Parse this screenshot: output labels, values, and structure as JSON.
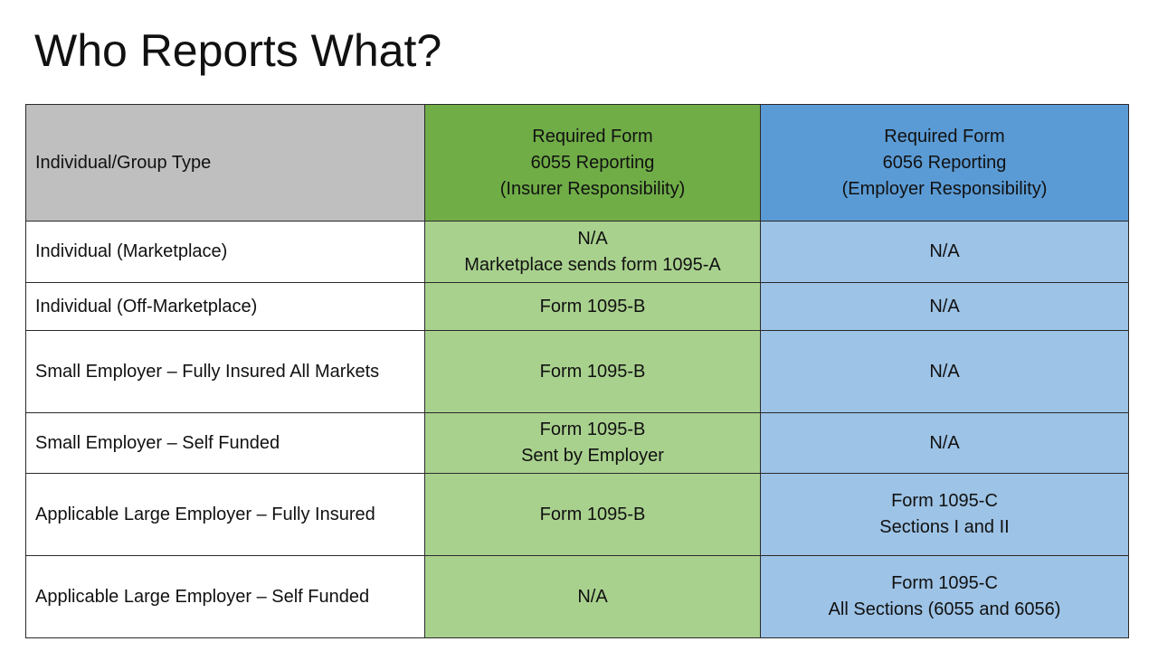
{
  "slide": {
    "title": "Who Reports What?"
  },
  "table": {
    "headers": {
      "type": "Individual/Group Type",
      "insurer": [
        "Required Form",
        "6055 Reporting",
        "(Insurer Responsibility)"
      ],
      "employer": [
        "Required Form",
        "6056 Reporting",
        "(Employer Responsibility)"
      ]
    },
    "rows": [
      {
        "type": "Individual (Marketplace)",
        "insurer": [
          "N/A",
          "Marketplace sends form 1095-A"
        ],
        "employer": [
          "N/A"
        ]
      },
      {
        "type": "Individual (Off-Marketplace)",
        "insurer": [
          "Form 1095-B"
        ],
        "employer": [
          "N/A"
        ]
      },
      {
        "type": "Small Employer – Fully Insured All Markets",
        "insurer": [
          "Form 1095-B"
        ],
        "employer": [
          "N/A"
        ]
      },
      {
        "type": "Small Employer – Self Funded",
        "insurer": [
          "Form 1095-B",
          "Sent by Employer"
        ],
        "employer": [
          "N/A"
        ]
      },
      {
        "type": "Applicable Large Employer – Fully Insured",
        "insurer": [
          "Form 1095-B"
        ],
        "employer": [
          "Form 1095-C",
          "Sections I and II"
        ]
      },
      {
        "type": "Applicable Large Employer – Self Funded",
        "insurer": [
          "N/A"
        ],
        "employer": [
          "Form 1095-C",
          "All Sections (6055 and 6056)"
        ]
      }
    ]
  },
  "colors": {
    "header_type": "#bfbfbf",
    "header_insurer": "#70ad47",
    "header_employer": "#5b9bd5",
    "cell_insurer": "#a9d18e",
    "cell_employer": "#9dc3e6"
  }
}
